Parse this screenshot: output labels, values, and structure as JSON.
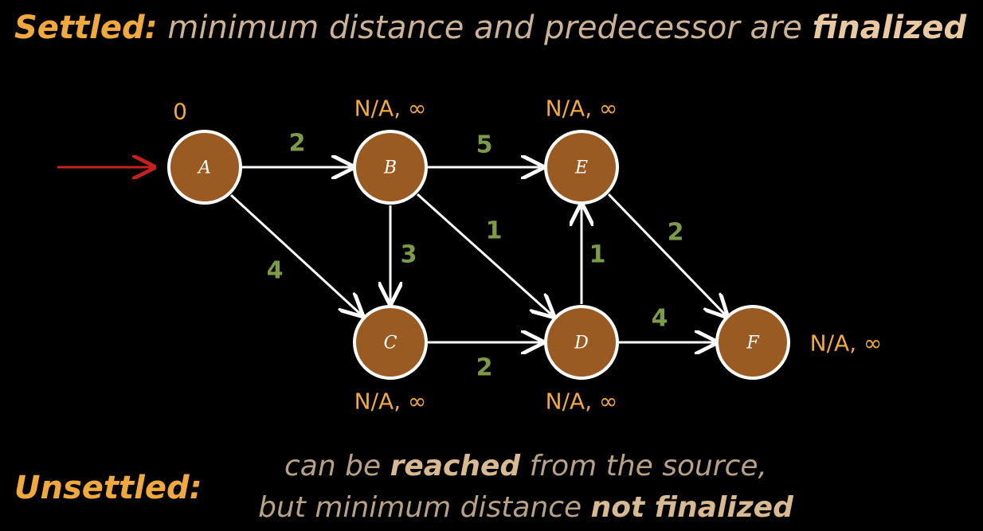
{
  "header": {
    "settled_term": "Settled:",
    "settled_text_1": "minimum distance and predecessor are",
    "settled_text_2": "finalized"
  },
  "footer": {
    "unsettled_term": "Unsettled:",
    "line1_a": "can be",
    "line1_b": "reached",
    "line1_c": "from the source,",
    "line2_a": "but minimum distance",
    "line2_b": "not finalized"
  },
  "graph": {
    "source_node": "A",
    "nodes": [
      {
        "id": "A",
        "label": "A",
        "status": "0"
      },
      {
        "id": "B",
        "label": "B",
        "status": "N/A, ∞"
      },
      {
        "id": "E",
        "label": "E",
        "status": "N/A, ∞"
      },
      {
        "id": "C",
        "label": "C",
        "status": "N/A, ∞"
      },
      {
        "id": "D",
        "label": "D",
        "status": "N/A, ∞"
      },
      {
        "id": "F",
        "label": "F",
        "status": "N/A, ∞"
      }
    ],
    "edges": [
      {
        "from": "A",
        "to": "B",
        "weight": "2"
      },
      {
        "from": "B",
        "to": "E",
        "weight": "5"
      },
      {
        "from": "A",
        "to": "C",
        "weight": "4"
      },
      {
        "from": "B",
        "to": "C",
        "weight": "3"
      },
      {
        "from": "B",
        "to": "D",
        "weight": "1"
      },
      {
        "from": "C",
        "to": "D",
        "weight": "2"
      },
      {
        "from": "D",
        "to": "E",
        "weight": "1"
      },
      {
        "from": "E",
        "to": "F",
        "weight": "2"
      },
      {
        "from": "D",
        "to": "F",
        "weight": "4"
      }
    ]
  },
  "colors": {
    "node_fill": "#9a5b22",
    "node_stroke": "#ffffff",
    "edge": "#ffffff",
    "weight": "#7d9b45",
    "status": "#f2a93b",
    "source_arrow": "#c8201c",
    "background": "#000000"
  }
}
